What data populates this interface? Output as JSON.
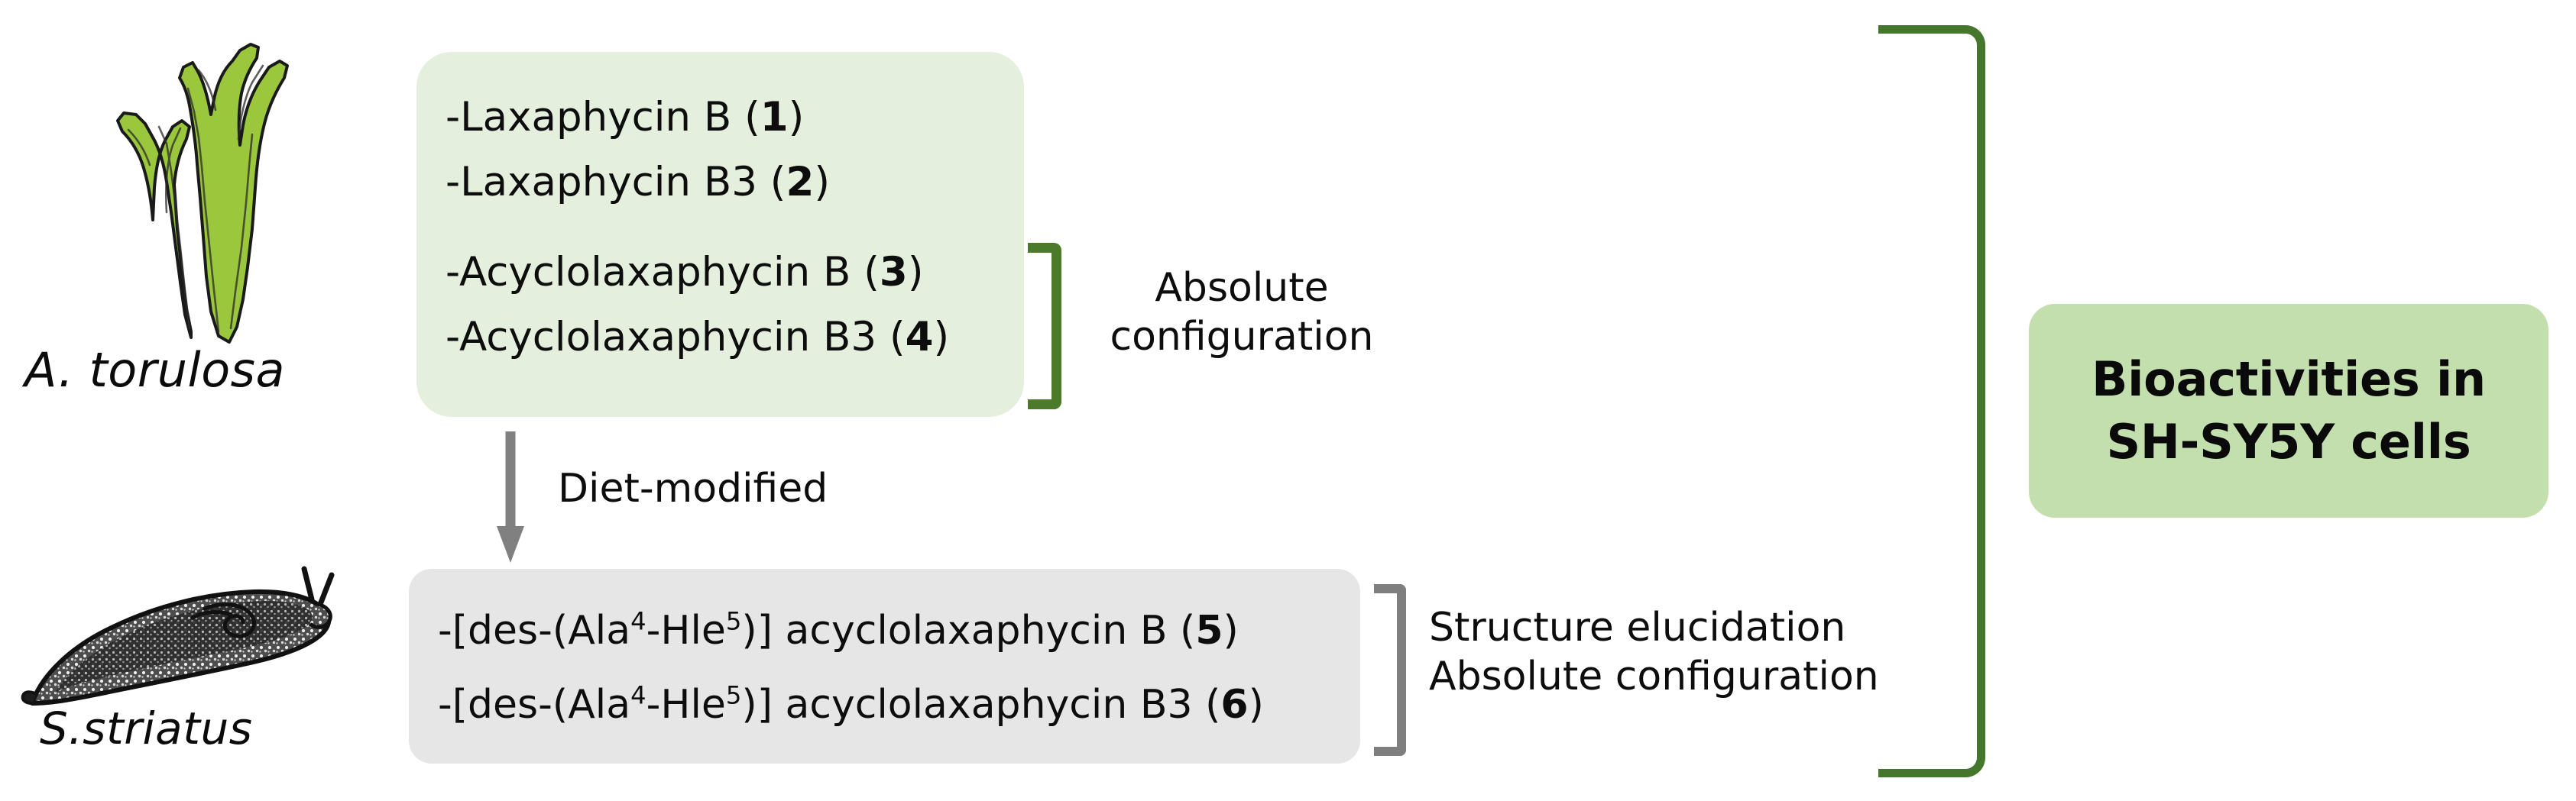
{
  "organisms": {
    "algae": {
      "label": "A. torulosa",
      "icon": "green-seaweed-illustration"
    },
    "slug": {
      "label": "S.striatus",
      "icon": "sea-slug-illustration"
    }
  },
  "algae_compounds": {
    "group_a": [
      {
        "prefix": "-Laxaphycin B (",
        "number": "1",
        "suffix": ")"
      },
      {
        "prefix": "-Laxaphycin B3 (",
        "number": "2",
        "suffix": ")"
      }
    ],
    "group_b": [
      {
        "prefix": "-Acyclolaxaphycin B (",
        "number": "3",
        "suffix": ")"
      },
      {
        "prefix": "-Acyclolaxaphycin B3 (",
        "number": "4",
        "suffix": ")"
      }
    ]
  },
  "slug_compounds": [
    {
      "lead": "-[des-(Ala",
      "sup1": "4",
      "mid": "-Hle",
      "sup2": "5",
      "tail": ")] acyclolaxaphycin B (",
      "number": "5",
      "close": ")"
    },
    {
      "lead": "-[des-(Ala",
      "sup1": "4",
      "mid": "-Hle",
      "sup2": "5",
      "tail": ")] acyclolaxaphycin B3 (",
      "number": "6",
      "close": ")"
    }
  ],
  "annotations": {
    "absolute_configuration_line1": "Absolute",
    "absolute_configuration_line2": "configuration",
    "structure_elucidation": "Structure elucidation",
    "absolute_configuration": "Absolute configuration"
  },
  "arrow": {
    "label": "Diet-modified",
    "icon": "down-arrow-icon"
  },
  "bioactivity": {
    "line1": "Bioactivities in",
    "line2": "SH-SY5Y cells"
  },
  "colors": {
    "panel_light_green": "#e4efdd",
    "panel_gray": "#e6e6e6",
    "panel_medium_green": "#c3dfae",
    "bracket_green": "#4b7a2b",
    "bracket_gray": "#7f7f7f",
    "arrow_gray": "#808080",
    "algae_green": "#9ac73b",
    "text_black": "#0d0d0d"
  }
}
